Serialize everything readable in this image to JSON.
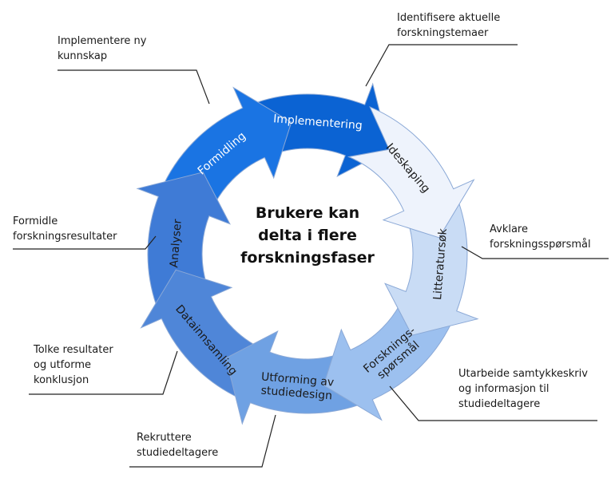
{
  "center": {
    "line1": "Brukere kan",
    "line2": "delta i flere",
    "line3": "forskningsfaser"
  },
  "segments": [
    {
      "id": "ideskaping",
      "lines": [
        "Ideskaping"
      ],
      "fill": "#eef3fc",
      "text": "#1a1a1a"
    },
    {
      "id": "litteratursok",
      "lines": [
        "Litteratursøk"
      ],
      "fill": "#c9dcf5",
      "text": "#1a1a1a"
    },
    {
      "id": "forskningssporsmal",
      "lines": [
        "Forsknings-",
        "spørsmål"
      ],
      "fill": "#9cc0ef",
      "text": "#1a1a1a"
    },
    {
      "id": "utforming",
      "lines": [
        "Utforming av",
        "studiedesign"
      ],
      "fill": "#6fa1e3",
      "text": "#1a1a1a"
    },
    {
      "id": "datainnsamling",
      "lines": [
        "Datainnsamling"
      ],
      "fill": "#4f86d8",
      "text": "#1a1a1a"
    },
    {
      "id": "analyser",
      "lines": [
        "Analyser"
      ],
      "fill": "#3f7bd6",
      "text": "#1a1a1a"
    },
    {
      "id": "formidling",
      "lines": [
        "Formidling"
      ],
      "fill": "#1a74e3",
      "text": "#ffffff"
    },
    {
      "id": "implementering",
      "lines": [
        "Implementering"
      ],
      "fill": "#0b63d3",
      "text": "#ffffff"
    }
  ],
  "callouts": [
    {
      "id": "identifisere",
      "lines": [
        "Identifisere aktuelle",
        "forskningstemaer"
      ]
    },
    {
      "id": "avklare",
      "lines": [
        "Avklare",
        "forskningsspørsmål"
      ]
    },
    {
      "id": "utarbeide",
      "lines": [
        "Utarbeide samtykkeskriv",
        "og informasjon til",
        "studiedeltagere"
      ]
    },
    {
      "id": "rekruttere",
      "lines": [
        "Rekruttere",
        "studiedeltagere"
      ]
    },
    {
      "id": "tolke",
      "lines": [
        "Tolke resultater",
        "og utforme",
        "konklusjon"
      ]
    },
    {
      "id": "formidle",
      "lines": [
        "Formidle",
        "forskningsresultater"
      ]
    },
    {
      "id": "implementere",
      "lines": [
        "Implementere ny",
        "kunnskap"
      ]
    }
  ],
  "colors": {
    "outline": "#8aa8d6",
    "leader": "#222222"
  }
}
